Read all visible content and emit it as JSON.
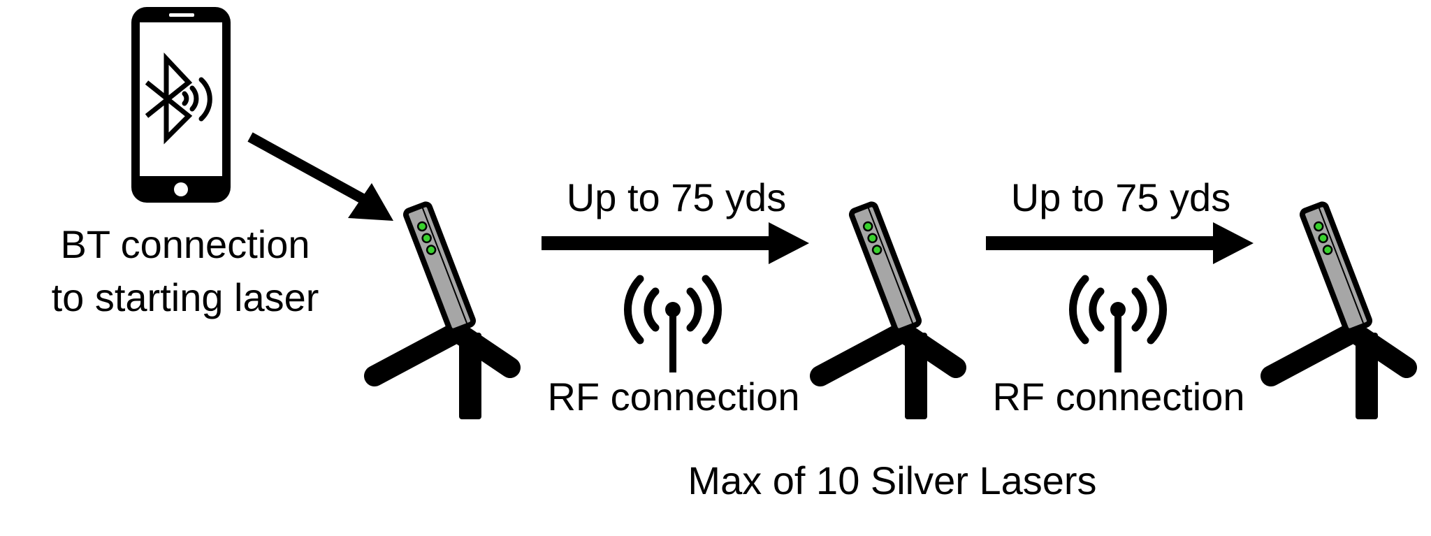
{
  "phone": {
    "caption_line1": "BT connection",
    "caption_line2": "to starting laser",
    "icon": "bluetooth-icon"
  },
  "links": [
    {
      "distance_label": "Up to 75 yds",
      "connection_label": "RF connection",
      "icon": "antenna-icon"
    },
    {
      "distance_label": "Up to 75 yds",
      "connection_label": "RF connection",
      "icon": "antenna-icon"
    }
  ],
  "lasers": [
    {
      "icon": "laser-tripod-icon"
    },
    {
      "icon": "laser-tripod-icon"
    },
    {
      "icon": "laser-tripod-icon"
    }
  ],
  "footer": {
    "note": "Max of 10 Silver Lasers"
  },
  "colors": {
    "stroke": "#000000",
    "laser_body": "#a6a6a6",
    "led": "#39d12e"
  }
}
